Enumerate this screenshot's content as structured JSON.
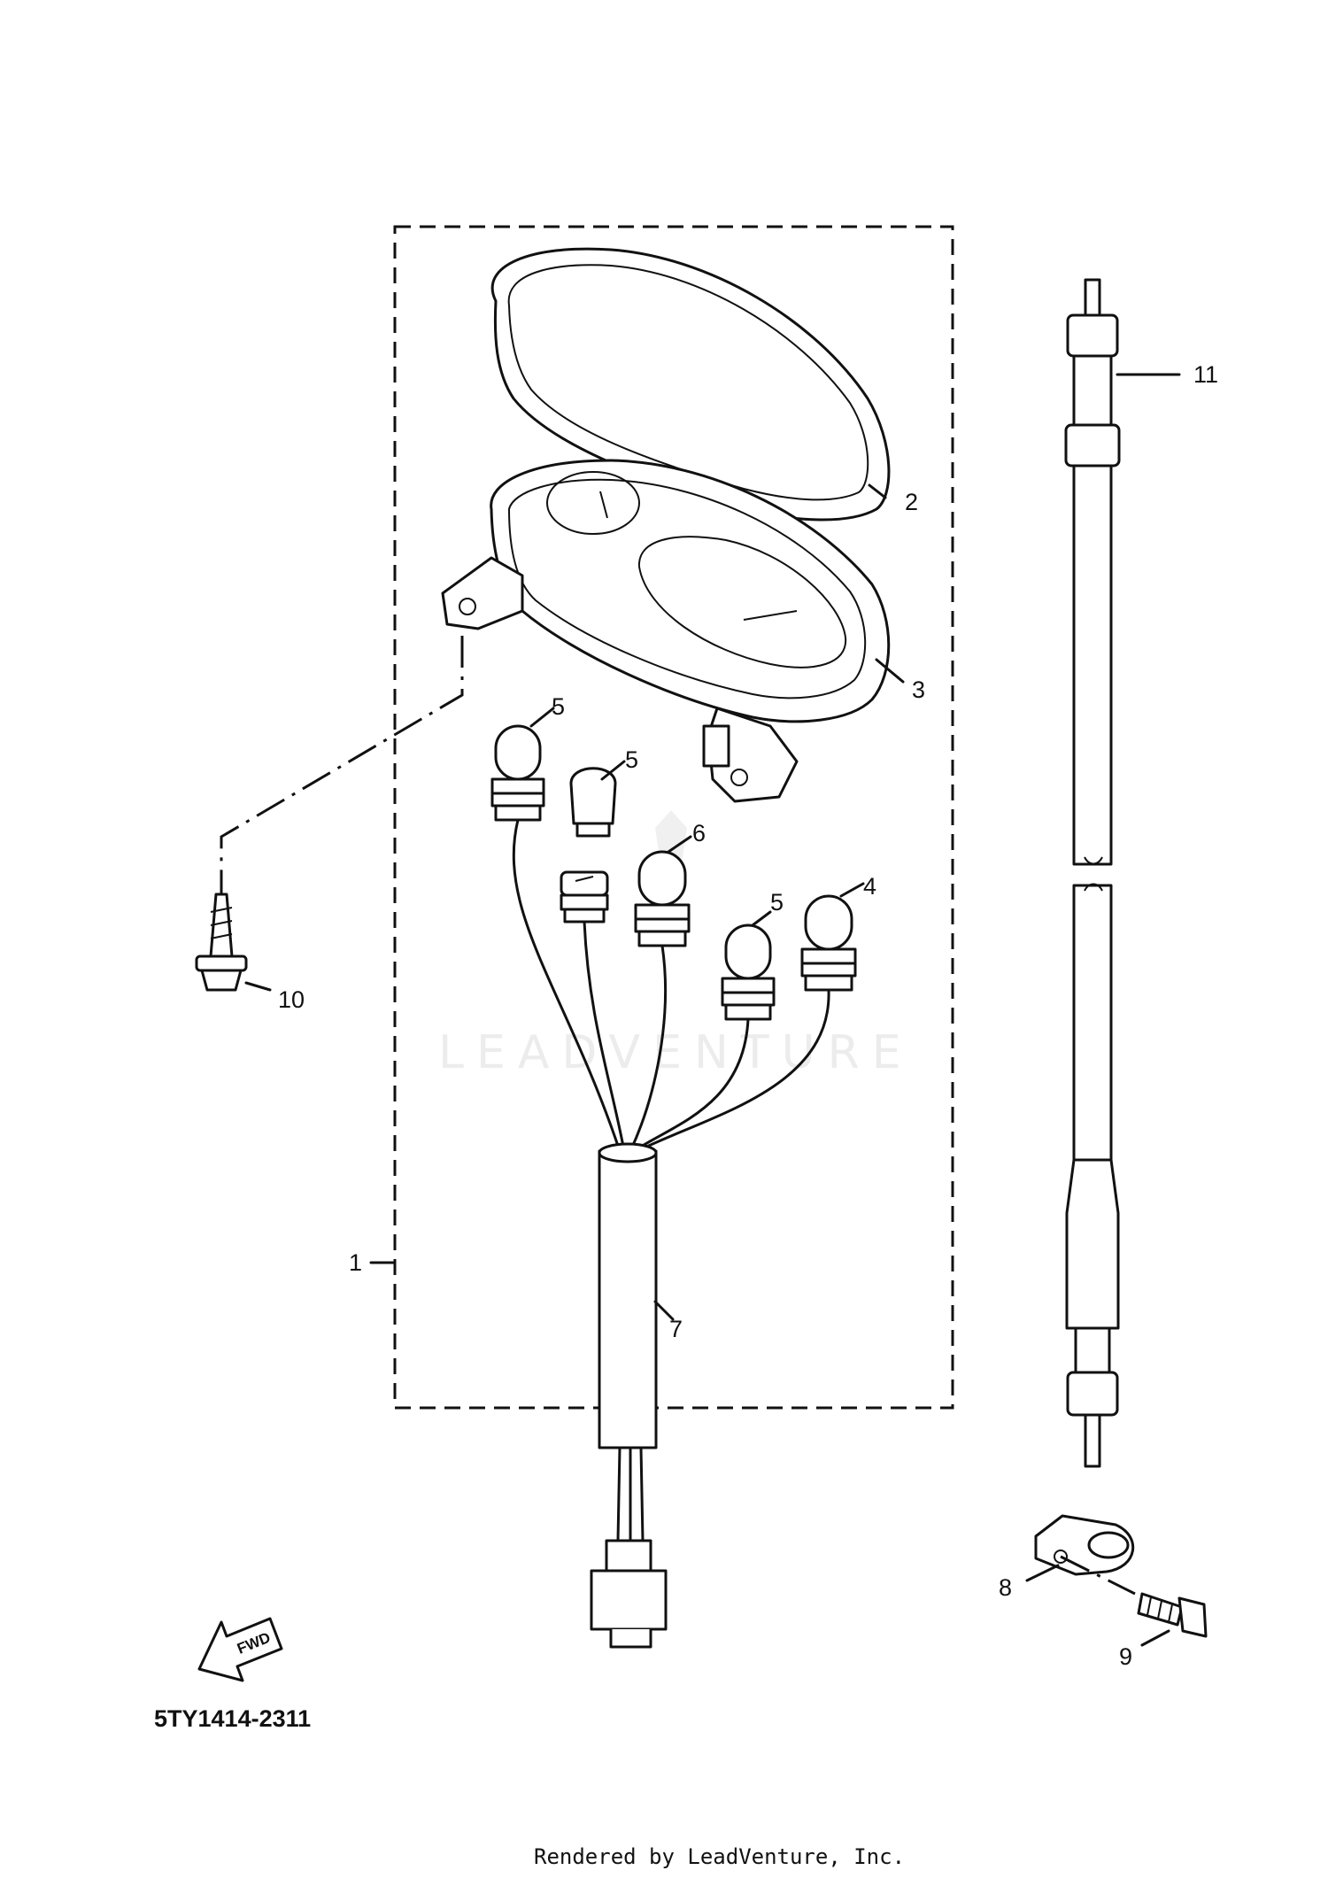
{
  "callouts": {
    "c1": "1",
    "c2": "2",
    "c3": "3",
    "c4": "4",
    "c5a": "5",
    "c5b": "5",
    "c5c": "5",
    "c6": "6",
    "c7": "7",
    "c8": "8",
    "c9": "9",
    "c10": "10",
    "c11": "11"
  },
  "fwd_label": "FWD",
  "diagram_code": "5TY1414-2311",
  "watermark": "LEADVENTURE",
  "footer": "Rendered by LeadVenture, Inc."
}
